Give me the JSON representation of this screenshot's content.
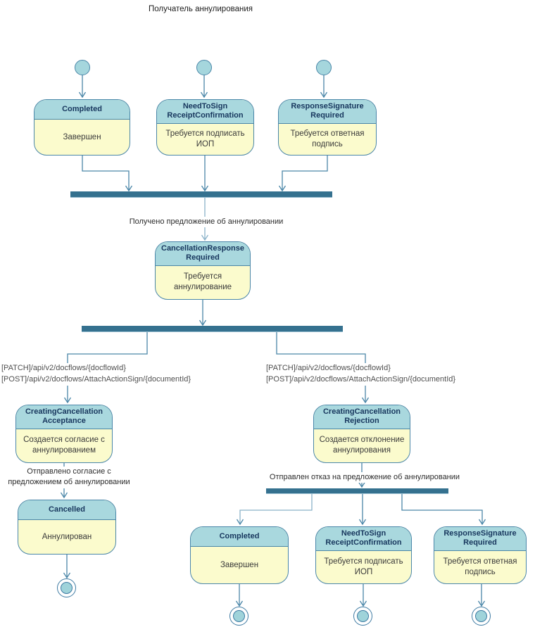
{
  "diagram": {
    "title": "Получатель аннулирования",
    "type": "uml-state-machine",
    "colors": {
      "state_header_fill": "#a9d8de",
      "state_body_fill": "#fbfbcd",
      "state_border": "#4a86a8",
      "fork_join_bar": "#35718f",
      "connector": "#4a86a8",
      "connector_light": "#8ab2c8",
      "state_name_text": "#17365d",
      "final_node_fill": "#9fd3da"
    },
    "states": {
      "completed_top": {
        "name": "Completed",
        "desc": "Завершен"
      },
      "need_to_sign_top": {
        "name": "NeedToSign ReceiptConfirmation",
        "desc": "Требуется подписать ИОП"
      },
      "response_signature_top": {
        "name": "ResponseSignature Required",
        "desc": "Требуется ответная подпись"
      },
      "cancellation_response": {
        "name": "CancellationResponse Required",
        "desc": "Требуется аннулирование"
      },
      "creating_acceptance": {
        "name": "CreatingCancellation Acceptance",
        "desc": "Создается согласие с аннулированием"
      },
      "creating_rejection": {
        "name": "CreatingCancellation Rejection",
        "desc": "Создается отклонение аннулирования"
      },
      "cancelled": {
        "name": "Cancelled",
        "desc": "Аннулирован"
      },
      "completed_bottom": {
        "name": "Completed",
        "desc": "Завершен"
      },
      "need_to_sign_bottom": {
        "name": "NeedToSign ReceiptConfirmation",
        "desc": "Требуется подписать ИОП"
      },
      "response_signature_bottom": {
        "name": "ResponseSignature Required",
        "desc": "Требуется ответная подпись"
      }
    },
    "transition_labels": {
      "received_proposal": "Получено предложение об аннулировании",
      "sent_acceptance": "Отправлено согласие с предложением об аннулировании",
      "sent_rejection": "Отправлен отказ на предложение об аннулировании"
    },
    "api_left": {
      "line1": "[PATCH]/api/v2/docflows/{docflowId}",
      "line2": "[POST]/api/v2/docflows/AttachActionSign/{documentId}"
    },
    "api_right": {
      "line1": "[PATCH]/api/v2/docflows/{docflowId}",
      "line2": "[POST]/api/v2/docflows/AttachActionSign/{documentId}"
    }
  }
}
